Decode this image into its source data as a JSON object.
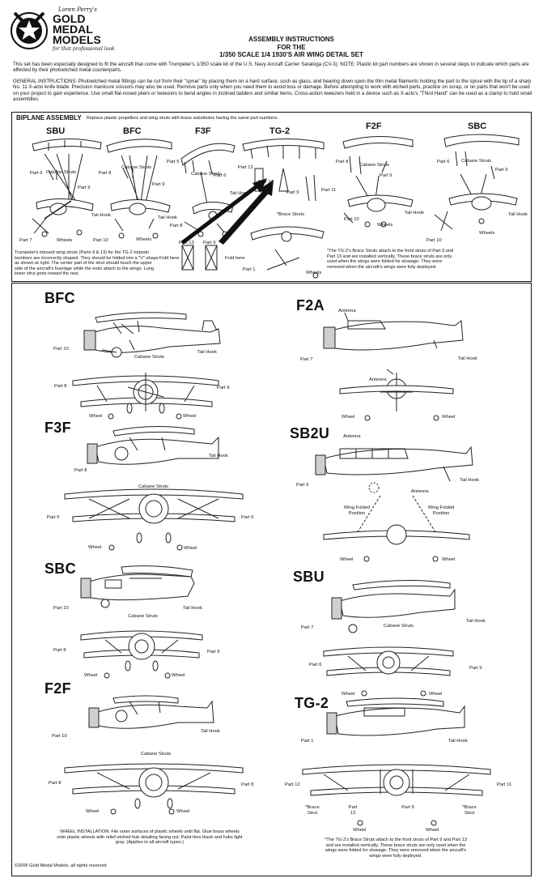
{
  "header": {
    "brand_script": "Loren Perry's",
    "brand_line1": "GOLD",
    "brand_line2": "MEDAL",
    "brand_line3": "MODELS",
    "brand_tagline": "for that professional look",
    "title1": "ASSEMBLY INSTRUCTIONS",
    "title2": "FOR THE",
    "title3": "1/350 SCALE 1/4 1930'S AIR WING DETAIL SET"
  },
  "intro": "This set has been especially designed to fit the aircraft that come with Trumpeter's 1/350 scale kit of the U.S. Navy Aircraft Carrier Saratoga (CV-3). NOTE: Plastic kit part numbers are shown in several steps to indicate which parts are affected by their photoetched metal counterparts.",
  "general": "GENERAL INSTRUCTIONS: Photoetched metal fittings can be cut from their \"sprue\" by placing them on a hard surface, such as glass, and bearing down upon the thin metal filaments holding the part to the sprue with the tip of a sharp No. 11 X-acto knife blade. Precision manicure scissors may also be used. Remove parts only when you need them to avoid loss or damage. Before attempting to work with etched parts, practice on scrap, or on parts that won't be used on your project to gain experience. Use small flat-nosed pliers or tweezers to bend angles in inclined ladders and similar items. Cross-action tweezers held in a device such as X-acto's \"Third Hand\" can be used as a clamp to hold small assemblies.",
  "biplane": {
    "heading": "BIPLANE ASSEMBLY",
    "subheading": "Replace plastic propellers and wing struts with brass substitutes having the same part numbers.",
    "types": [
      "SBU",
      "BFC",
      "F3F",
      "TG-2",
      "F2F",
      "SBC"
    ],
    "note_left": "Trumpeter's inboard wing struts (Parts 9 & 13) for the TG-2 torpedo bombers are incorrectly shaped. They should be folded into a \"V\"-shape as shown at right. The center part of the strut should touch the upper side of the aircraft's fuselage while the ends attach to the wings. Long lower strut goes toward the rear.",
    "note_right": "*The TG-2's Brace Struts attach to the front struts of Part 9 and Part 13 and are installed vertically. These brace struts are only used when the wings were folded for stowage. They were removed when the aircraft's wings were fully deployed.",
    "labels": {
      "part5": "Part 5",
      "part6": "Part 6",
      "part7": "Part 7",
      "part8": "Part 8",
      "part9": "Part 9",
      "part10": "Part 10",
      "part11": "Part 11",
      "part12": "Part 12",
      "part13": "Part 13",
      "part1": "Part 1",
      "cabane": "Cabane Struts",
      "tailhook": "Tail Hook",
      "wheels": "Wheels",
      "fold_here": "Fold here",
      "brace": "*Brace Struts"
    }
  },
  "aircraft": {
    "bfc": "BFC",
    "f3f": "F3F",
    "sbc": "SBC",
    "f2f": "F2F",
    "f2a": "F2A",
    "sb2u": "SB2U",
    "sbu": "SBU",
    "tg2": "TG-2"
  },
  "labels": {
    "part1": "Part 1",
    "part5": "Part 5",
    "part6": "Part 6",
    "part7": "Part 7",
    "part8": "Part 8",
    "part9": "Part 9",
    "part10": "Part 10",
    "part11": "Part 11",
    "part12": "Part 12",
    "part13": "Part 13",
    "cabane": "Cabane Struts",
    "tailhook": "Tail Hook",
    "wheel": "Wheel",
    "antenna": "Antenna",
    "wing_folded": "Wing Folded Position",
    "brace": "*Brace Strut"
  },
  "wheel_installation": "WHEEL INSTALLATION: File outer surfaces of plastic wheels until flat. Glue brass wheels onto plastic wheels with relief-etched hub detailing facing out. Paint tires black and hubs light gray. (Applies to all aircraft types.)",
  "tg2_note": "*The TG-2's Brace Struts attach to the front struts of Part 9 and Part 13 and are installed vertically. These brace struts are only used when the wings were folded for stowage. They were removed when the aircraft's wings were fully deployed.",
  "copyright": "©2006 Gold Medal Models, all rights reserved"
}
